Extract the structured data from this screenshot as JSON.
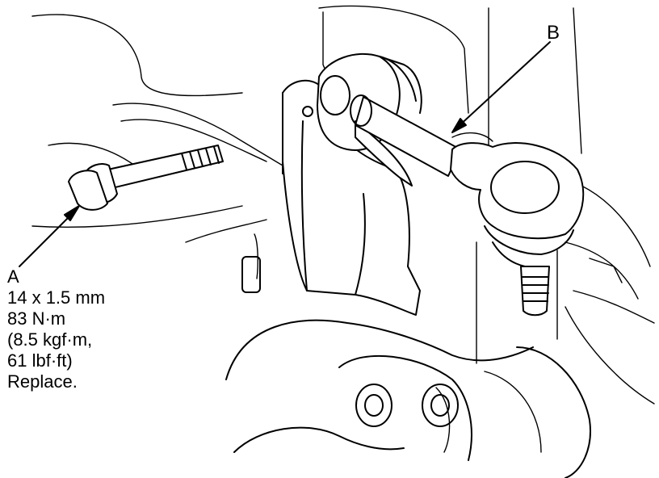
{
  "callouts": {
    "a": {
      "letter": "A",
      "size": "14 x 1.5 mm",
      "torque_nm": "83 N·m",
      "torque_kgf": "(8.5 kgf·m,",
      "torque_lbf": "61 lbf·ft)",
      "note": "Replace."
    },
    "b": {
      "letter": "B"
    }
  },
  "colors": {
    "line": "#000000",
    "background": "#ffffff"
  }
}
